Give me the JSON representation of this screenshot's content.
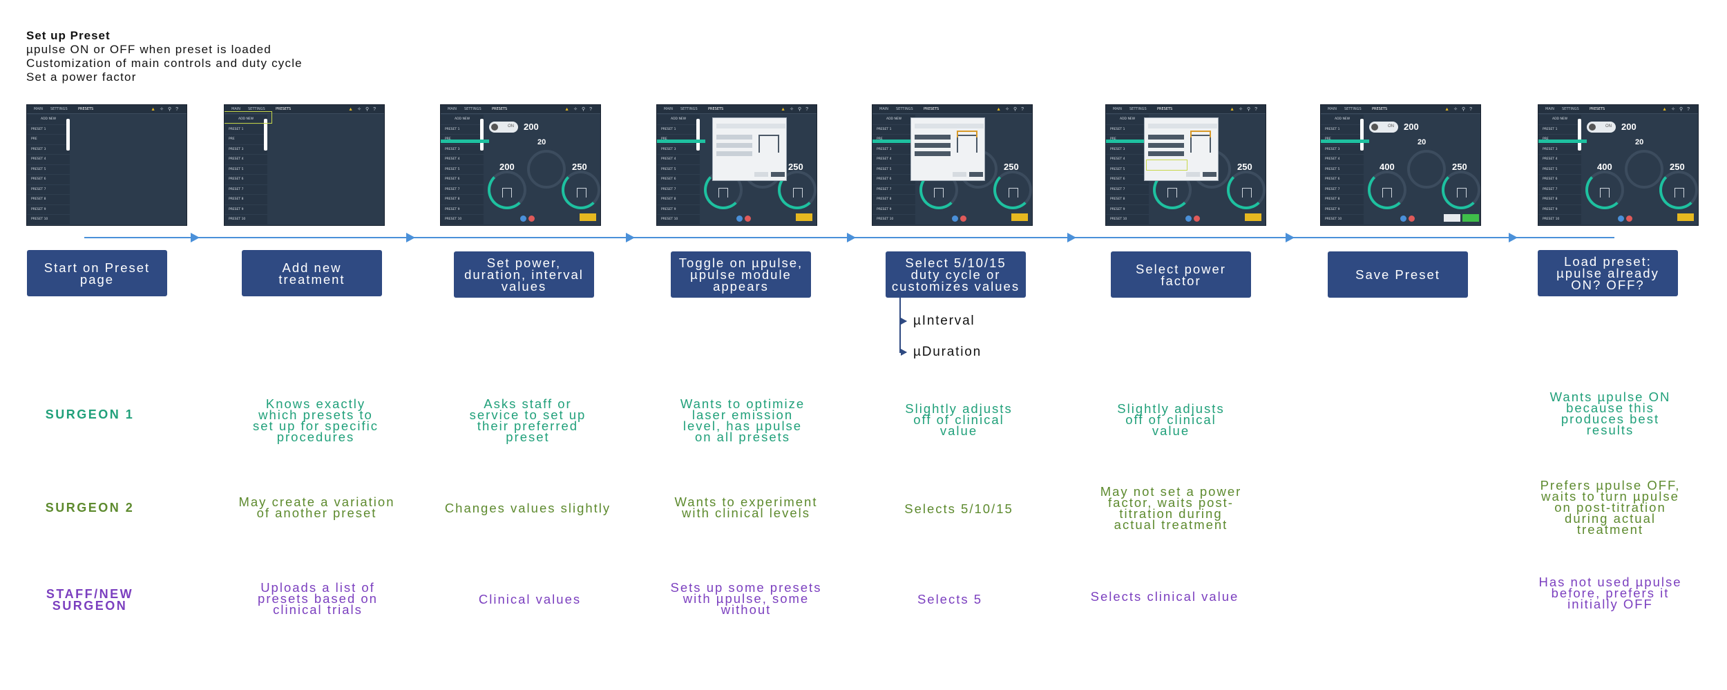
{
  "header": {
    "title": "Set up Preset",
    "lines": [
      "µpulse ON or OFF when preset is loaded",
      "Customization of main controls and duty cycle",
      "Set a power factor"
    ]
  },
  "thumb_ui": {
    "tabs": [
      "MAIN",
      "SETTINGS",
      "PRESETS"
    ],
    "add_new": "ADD NEW",
    "presets": [
      "PRESET 1",
      "PRE",
      "PRESET 3",
      "PRESET 4",
      "PRESET 5",
      "PRESET 6",
      "PRESET 7",
      "PRESET 8",
      "PRESET 9",
      "PRESET 10"
    ],
    "toggle_on": "ON",
    "power": "200",
    "duration": "20",
    "interval": "250",
    "power_alt": "400"
  },
  "steps": [
    "Start on Preset\npage",
    "Add new treatment",
    "Set power,\nduration, interval\nvalues",
    "Toggle on µpulse,\nµpulse module\nappears",
    "Select 5/10/15\nduty cycle or\ncustomizes values",
    "Select power\nfactor",
    "Save Preset",
    "Load preset:\nµpulse already\nON? OFF?"
  ],
  "branches": [
    "µInterval",
    "µDuration"
  ],
  "roles": [
    "SURGEON 1",
    "SURGEON 2",
    "STAFF/NEW\nSURGEON"
  ],
  "surgeon1": [
    "Knows exactly\nwhich presets to\nset up for specific\nprocedures",
    "Asks staff or\nservice to set up\ntheir preferred\npreset",
    "Wants to optimize\nlaser emission\nlevel, has µpulse\non all presets",
    "Slightly adjusts\noff of clinical\nvalue",
    "Slightly adjusts\noff of clinical\nvalue",
    "Wants µpulse ON\nbecause this\nproduces best\nresults"
  ],
  "surgeon2": [
    "May create a variation\nof another preset",
    "Changes values slightly",
    "Wants to experiment\nwith clinical levels",
    "Selects 5/10/15",
    "May not set a power\nfactor, waits post-\ntitration during\nactual treatment",
    "Prefers µpulse OFF,\nwaits to turn µpulse\non post-titration\nduring actual\ntreatment"
  ],
  "staff": [
    "Uploads a list of\npresets based on\nclinical trials",
    "Clinical values",
    "Sets up some presets\nwith µpulse, some\nwithout",
    "Selects 5",
    "Selects clinical value",
    "Has not used µpulse\nbefore, prefers it\ninitially OFF"
  ],
  "colors": {
    "step_box": "#2f4a82",
    "flow_line": "#4a90d9",
    "surgeon1": "#20a07a",
    "surgeon2": "#5d8a2e",
    "staff": "#7b3fbf",
    "screen_bg": "#2c3b4c",
    "accent_teal": "#1ec1a0"
  }
}
